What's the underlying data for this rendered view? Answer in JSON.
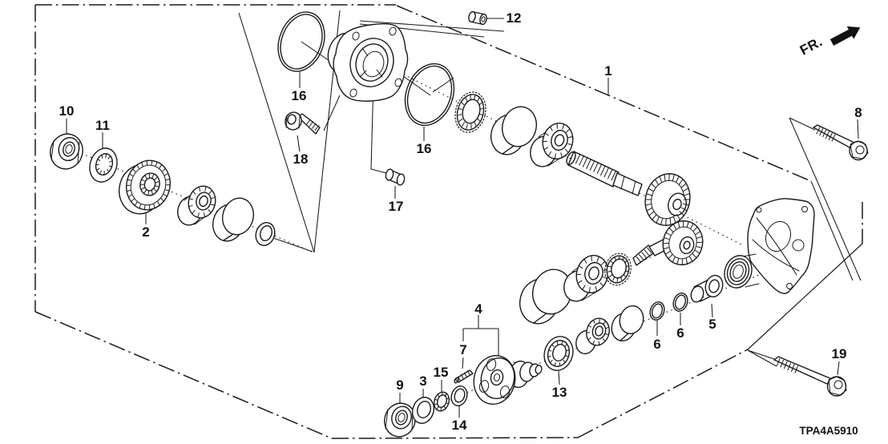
{
  "diagram": {
    "type": "exploded-parts-diagram",
    "code": "TPA4A5910",
    "direction_indicator": "FR.",
    "background_color": "#ffffff",
    "line_color": "#1a1a1a"
  },
  "callouts": [
    {
      "ref": "10"
    },
    {
      "ref": "11"
    },
    {
      "ref": "2"
    },
    {
      "ref": "16"
    },
    {
      "ref": "18"
    },
    {
      "ref": "12"
    },
    {
      "ref": "16"
    },
    {
      "ref": "17"
    },
    {
      "ref": "1"
    },
    {
      "ref": "8"
    },
    {
      "ref": "4"
    },
    {
      "ref": "7"
    },
    {
      "ref": "15"
    },
    {
      "ref": "3"
    },
    {
      "ref": "9"
    },
    {
      "ref": "14"
    },
    {
      "ref": "13"
    },
    {
      "ref": "6"
    },
    {
      "ref": "6"
    },
    {
      "ref": "5"
    },
    {
      "ref": "19"
    }
  ]
}
